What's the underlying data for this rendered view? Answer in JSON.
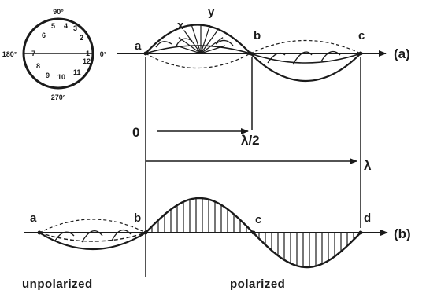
{
  "clock": {
    "deg_top": "90°",
    "deg_left": "180°",
    "deg_right": "0°",
    "deg_bottom": "270°",
    "numbers": [
      "1",
      "2",
      "3",
      "4",
      "5",
      "6",
      "7",
      "8",
      "9",
      "10",
      "11",
      "12"
    ]
  },
  "diagram_a": {
    "label": "(a)",
    "points": [
      "a",
      "b",
      "c"
    ],
    "x_label": "x",
    "y_label": "y"
  },
  "span": {
    "origin": "0",
    "half_wavelength": "λ/2",
    "wavelength": "λ"
  },
  "diagram_b": {
    "label": "(b)",
    "points": [
      "a",
      "b",
      "c",
      "d"
    ],
    "left_caption": "unpolarized",
    "right_caption": "polarized"
  }
}
